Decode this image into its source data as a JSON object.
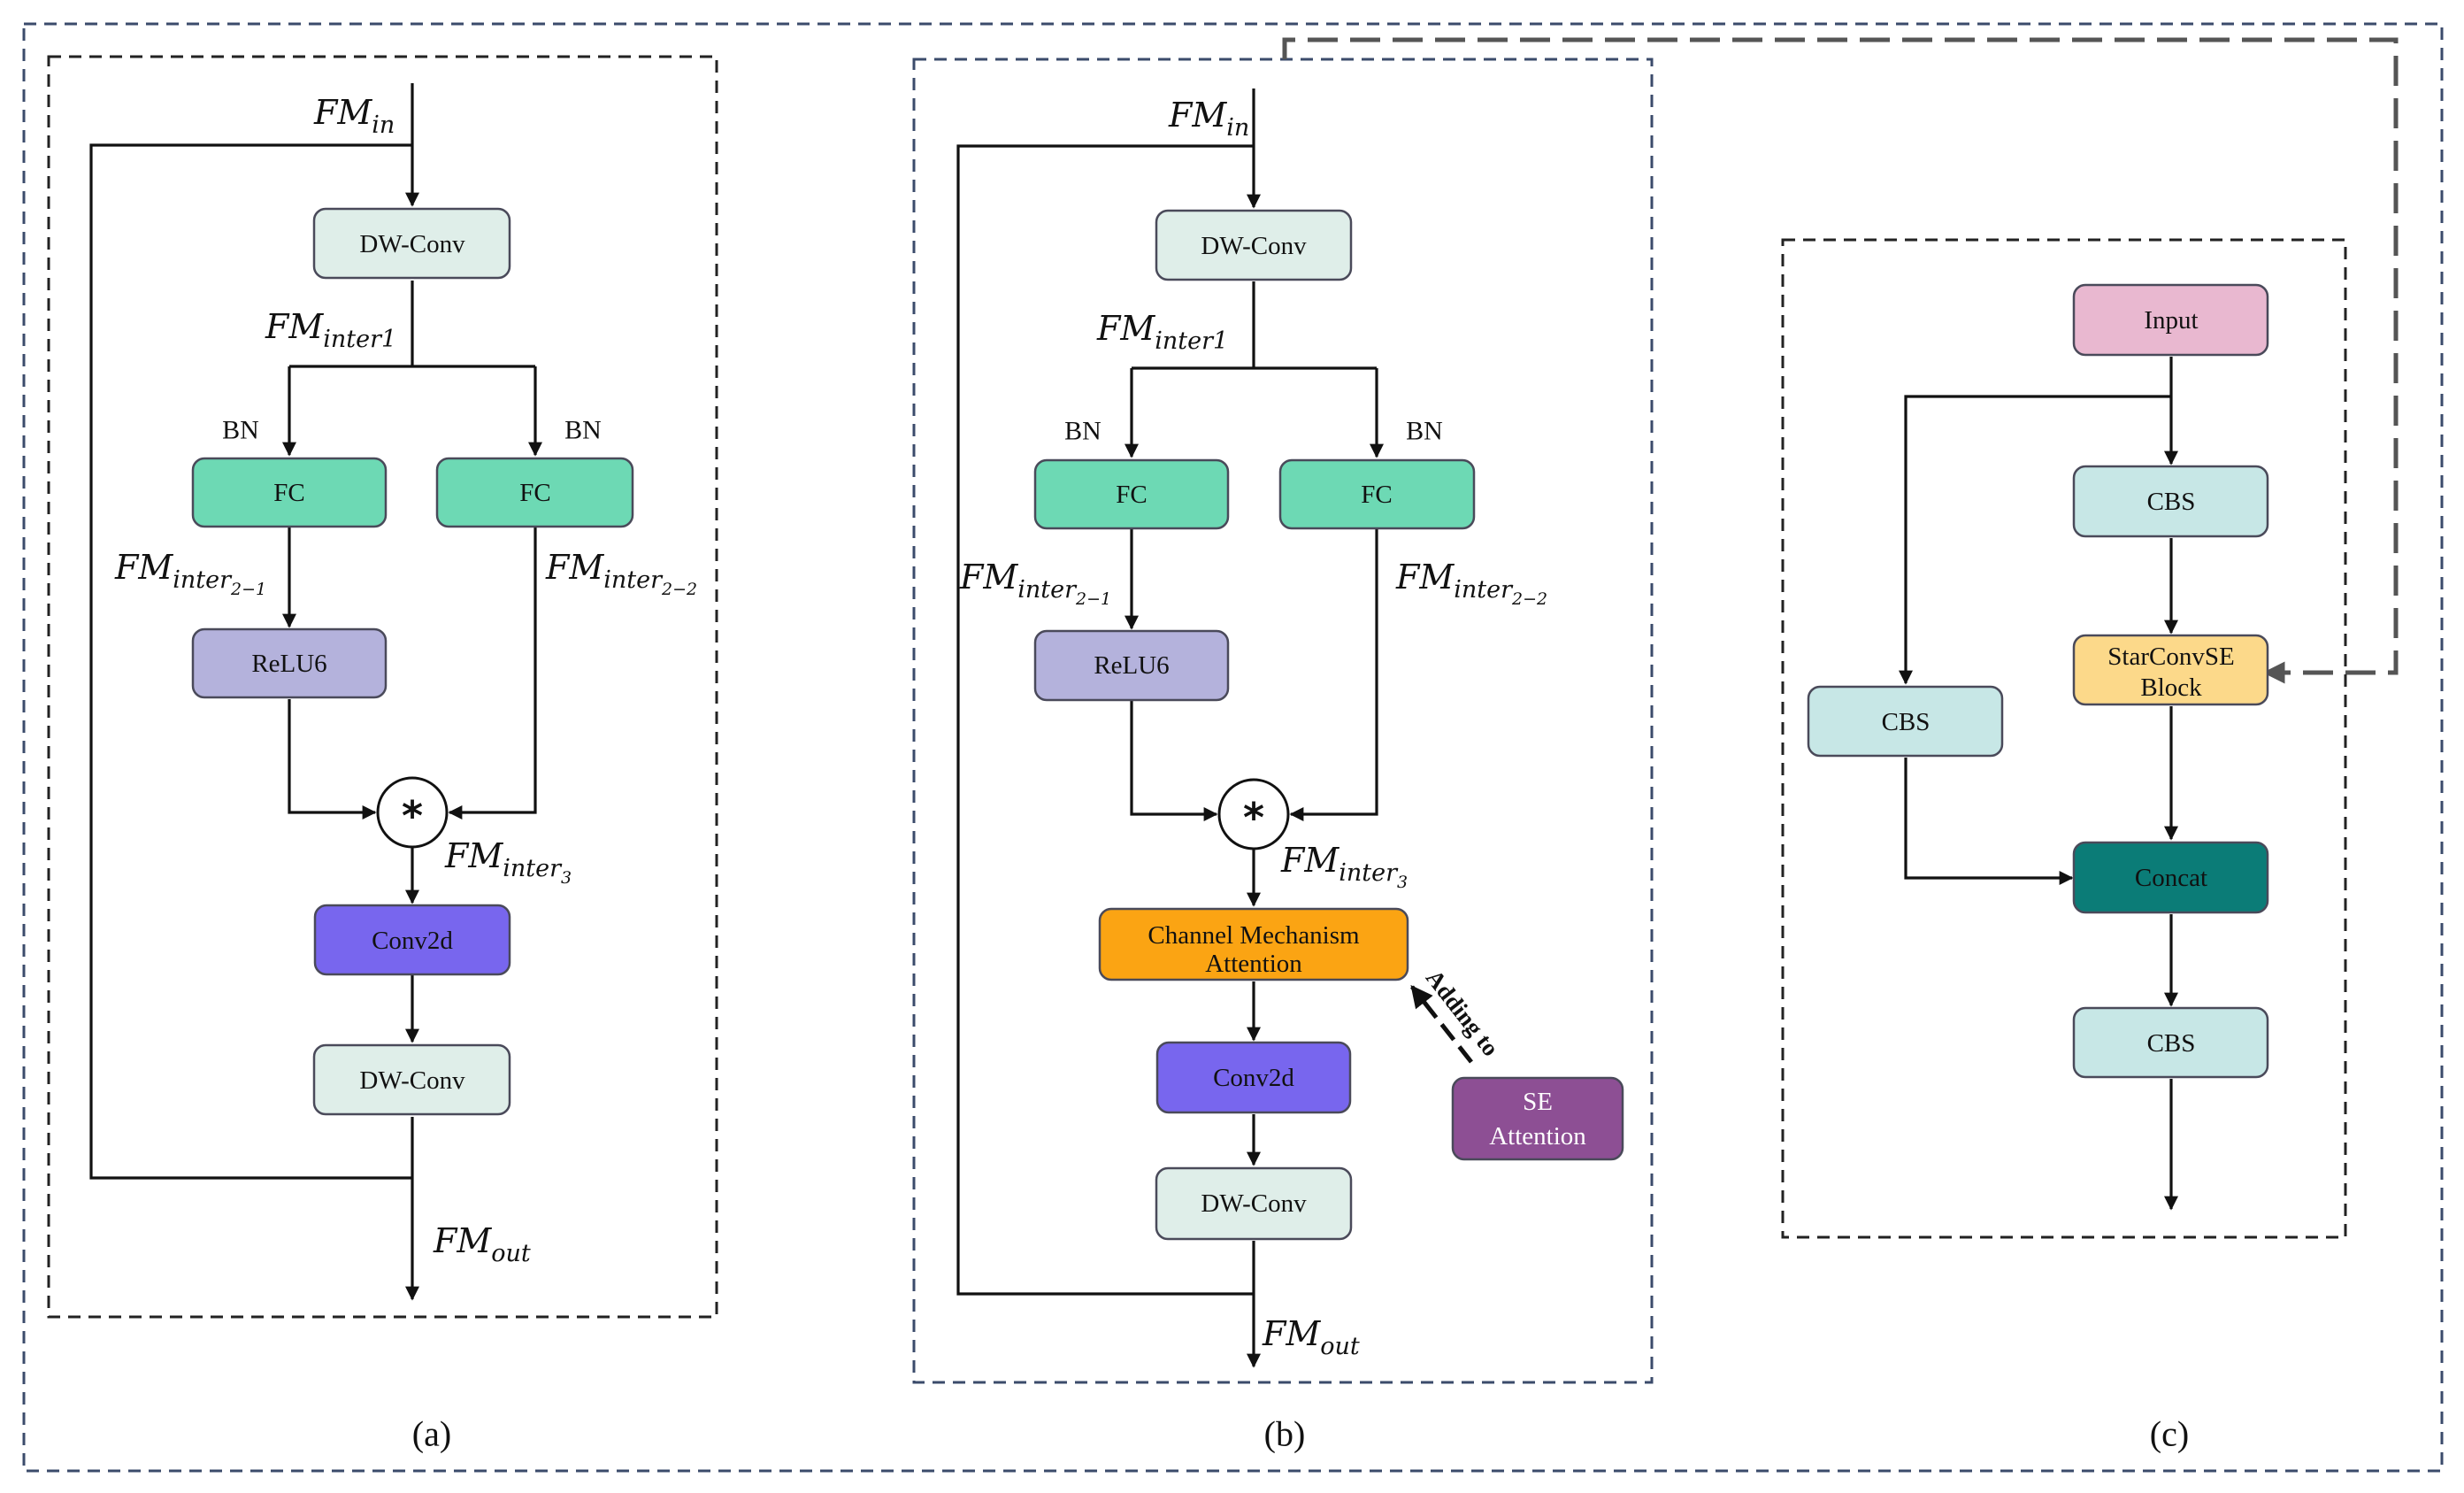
{
  "colors": {
    "dw_conv": "#dfeee9",
    "fc": "#6dd9b4",
    "relu6": "#b4b2dc",
    "conv2d": "#7866ee",
    "channel_attention": "#fba413",
    "se_attention": "#8d4f94",
    "input": "#e9b8d0",
    "cbs": "#c7e7e6",
    "starconvse": "#fcd98a",
    "concat": "#0b7c77",
    "outer_border": "#3b4b6b",
    "inner_border_b": "#3b4b6b",
    "inner_border_ac": "#222222"
  },
  "panel_a": {
    "caption": "(a)",
    "fm_in": {
      "base": "FM",
      "sub": "in"
    },
    "dwconv_top": "DW-Conv",
    "fm_inter1": {
      "base": "FM",
      "sub": "inter1"
    },
    "bn_left": "BN",
    "bn_right": "BN",
    "fc_left": "FC",
    "fc_right": "FC",
    "fm_inter2_1": {
      "base": "FM",
      "sub": "inter",
      "subsub": "2−1"
    },
    "fm_inter2_2": {
      "base": "FM",
      "sub": "inter",
      "subsub": "2−2"
    },
    "relu6": "ReLU6",
    "star": "*",
    "fm_inter3": {
      "base": "FM",
      "sub": "inter",
      "subsub": "3"
    },
    "conv2d": "Conv2d",
    "dwconv_bottom": "DW-Conv",
    "fm_out": {
      "base": "FM",
      "sub": "out"
    }
  },
  "panel_b": {
    "caption": "(b)",
    "fm_in": {
      "base": "FM",
      "sub": "in"
    },
    "dwconv_top": "DW-Conv",
    "fm_inter1": {
      "base": "FM",
      "sub": "inter1"
    },
    "bn_left": "BN",
    "bn_right": "BN",
    "fc_left": "FC",
    "fc_right": "FC",
    "fm_inter2_1": {
      "base": "FM",
      "sub": "inter",
      "subsub": "2−1"
    },
    "fm_inter2_2": {
      "base": "FM",
      "sub": "inter",
      "subsub": "2−2"
    },
    "relu6": "ReLU6",
    "star": "*",
    "fm_inter3": {
      "base": "FM",
      "sub": "inter",
      "subsub": "3"
    },
    "channel_attention": {
      "line1": "Channel Mechanism",
      "line2": "Attention"
    },
    "adding_to": "Adding to",
    "se_attention": {
      "line1": "SE",
      "line2": "Attention"
    },
    "conv2d": "Conv2d",
    "dwconv_bottom": "DW-Conv",
    "fm_out": {
      "base": "FM",
      "sub": "out"
    }
  },
  "panel_c": {
    "caption": "(c)",
    "input": "Input",
    "cbs_top": "CBS",
    "starconvse": {
      "line1": "StarConvSE",
      "line2": "Block"
    },
    "cbs_left": "CBS",
    "concat": "Concat",
    "cbs_bottom": "CBS"
  }
}
